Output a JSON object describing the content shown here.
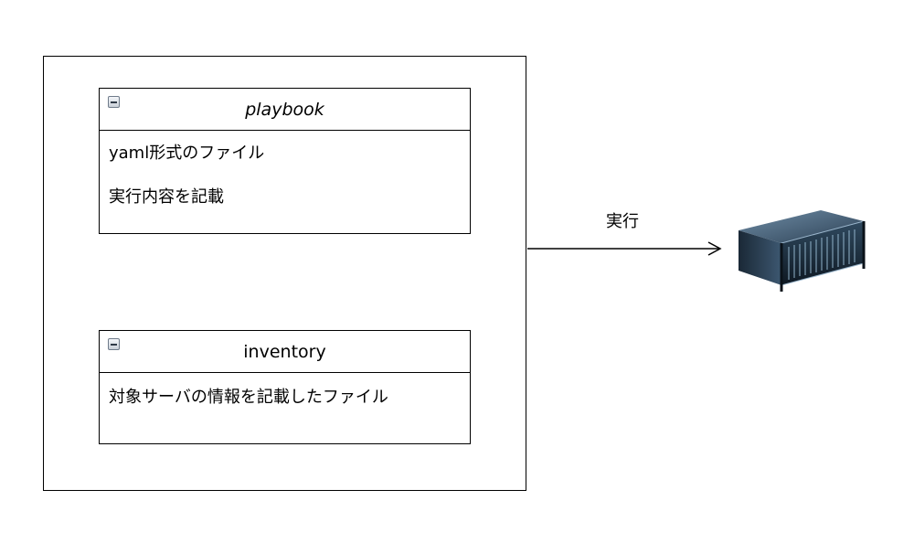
{
  "playbook": {
    "title": "playbook",
    "lines": [
      "yaml形式のファイル",
      "実行内容を記載"
    ]
  },
  "inventory": {
    "title": "inventory",
    "lines": [
      "対象サーバの情報を記載したファイル"
    ]
  },
  "edge": {
    "label": "実行"
  },
  "server": {
    "icon": "server-rack-icon"
  }
}
